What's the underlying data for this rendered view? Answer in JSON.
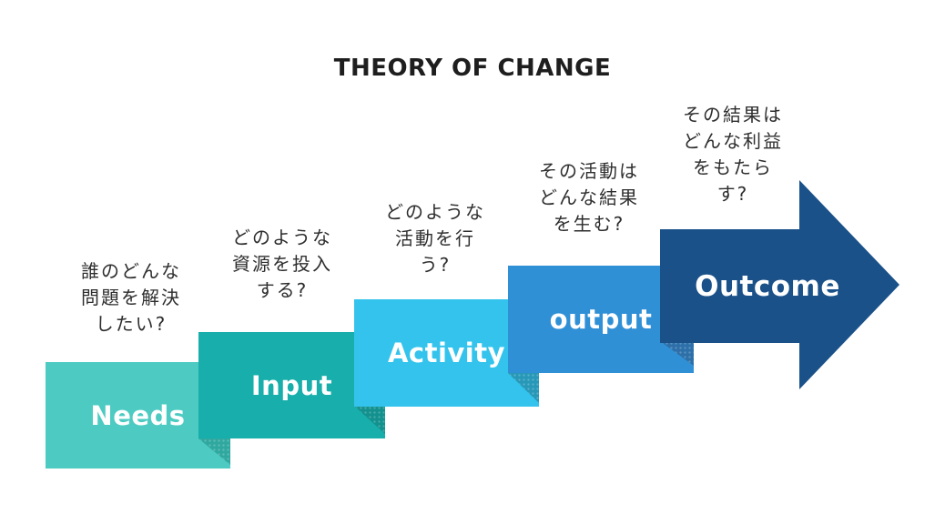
{
  "title": "THEORY OF CHANGE",
  "colors": {
    "background": "#ffffff",
    "title_text": "#1e1e1e",
    "question_text": "#2e2e2e",
    "label_text": "#ffffff"
  },
  "diagram": {
    "type": "ascending-step-flow",
    "direction": "left-to-right, each step higher than the previous, ending in a right-pointing arrow",
    "steps": [
      {
        "id": "needs",
        "label": "Needs",
        "question": "誰のどんな\n問題を解決\nしたい?",
        "color": "#4dcbc2",
        "fold_color": null,
        "shape": "rectangle"
      },
      {
        "id": "input",
        "label": "Input",
        "question": "どのような\n資源を投入\nする?",
        "color": "#18aeab",
        "fold_color": "#2fa89f",
        "shape": "rectangle"
      },
      {
        "id": "activity",
        "label": "Activity",
        "question": "どのような\n活動を行\nう?",
        "color": "#33c3ec",
        "fold_color": "#12918e",
        "shape": "rectangle"
      },
      {
        "id": "output",
        "label": "output",
        "question": "その活動は\nどんな結果\nを生む?",
        "color": "#3090d6",
        "fold_color": "#2798b8",
        "shape": "rectangle"
      },
      {
        "id": "outcome",
        "label": "Outcome",
        "question": "その結果は\nどんな利益\nをもたら\nす?",
        "color": "#1a5189",
        "fold_color": "#2c6fa9",
        "shape": "arrow"
      }
    ]
  }
}
